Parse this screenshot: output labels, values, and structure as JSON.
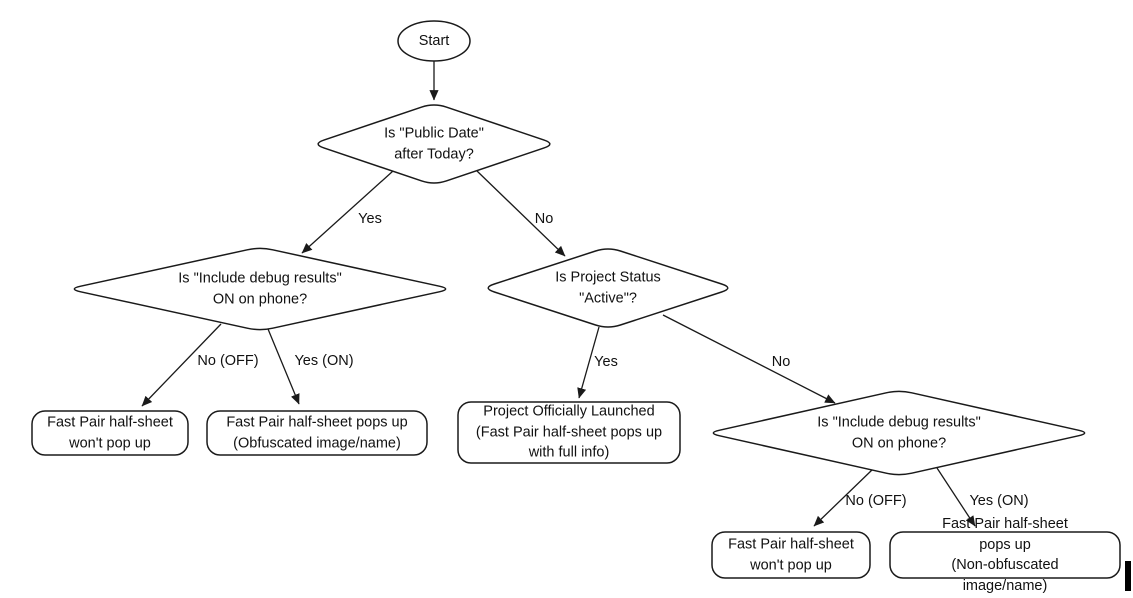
{
  "colors": {
    "background": "#ffffff",
    "line": "#1a1a1a",
    "text": "#111111",
    "node_fill": "#ffffff",
    "cursor_bar": "#000000"
  },
  "nodes": {
    "start": {
      "label": "Start"
    },
    "public_date": {
      "label": "Is \"Public Date\"\nafter Today?"
    },
    "debug_results_left": {
      "label": "Is \"Include debug results\"\nON on phone?"
    },
    "project_status": {
      "label": "Is Project Status\n\"Active\"?"
    },
    "debug_results_right": {
      "label": "Is \"Include debug results\"\nON on phone?"
    },
    "no_popup_left": {
      "label": "Fast Pair half-sheet\nwon't pop up"
    },
    "popup_obfuscated": {
      "label": "Fast Pair half-sheet pops up\n(Obfuscated image/name)"
    },
    "launched": {
      "label": "Project Officially Launched\n(Fast Pair half-sheet pops up\nwith full info)"
    },
    "no_popup_right": {
      "label": "Fast Pair half-sheet\nwon't pop up"
    },
    "popup_non_obfuscated": {
      "label": "Fast Pair half-sheet pops up\n(Non-obfuscated image/name)"
    }
  },
  "edges": [
    {
      "from": "start",
      "to": "public_date",
      "label": ""
    },
    {
      "from": "public_date",
      "to": "debug_results_left",
      "label": "Yes"
    },
    {
      "from": "public_date",
      "to": "project_status",
      "label": "No"
    },
    {
      "from": "debug_results_left",
      "to": "no_popup_left",
      "label": "No (OFF)"
    },
    {
      "from": "debug_results_left",
      "to": "popup_obfuscated",
      "label": "Yes (ON)"
    },
    {
      "from": "project_status",
      "to": "launched",
      "label": "Yes"
    },
    {
      "from": "project_status",
      "to": "debug_results_right",
      "label": "No"
    },
    {
      "from": "debug_results_right",
      "to": "no_popup_right",
      "label": "No (OFF)"
    },
    {
      "from": "debug_results_right",
      "to": "popup_non_obfuscated",
      "label": "Yes (ON)"
    }
  ]
}
